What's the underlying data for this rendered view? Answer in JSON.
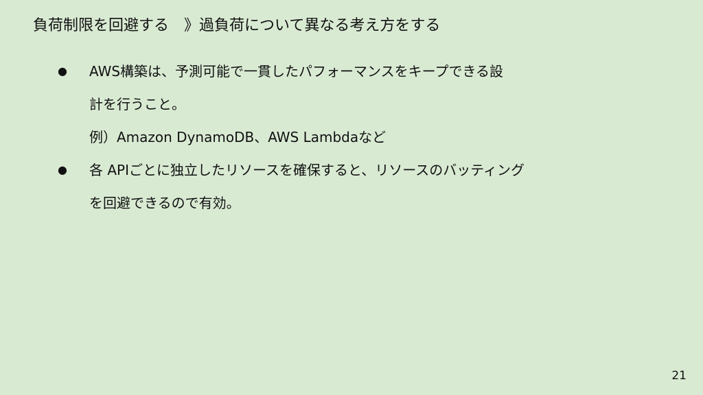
{
  "slide": {
    "title": "負荷制限を回避する　》過負荷について異なる考え方をする",
    "bullet_symbol": "●",
    "bullets": [
      {
        "lines": [
          "AWS構築は、予測可能で一貫したパフォーマンスをキープできる設",
          "計を行うこと。",
          "例）Amazon DynamoDB、AWS Lambdaなど"
        ]
      },
      {
        "lines": [
          "各 APIごとに独立したリソースを確保すると、リソースのバッティング",
          "を回避できるので有効。"
        ]
      }
    ],
    "page_number": "21"
  },
  "colors": {
    "background": "#d9ead3",
    "text": "#111111"
  }
}
